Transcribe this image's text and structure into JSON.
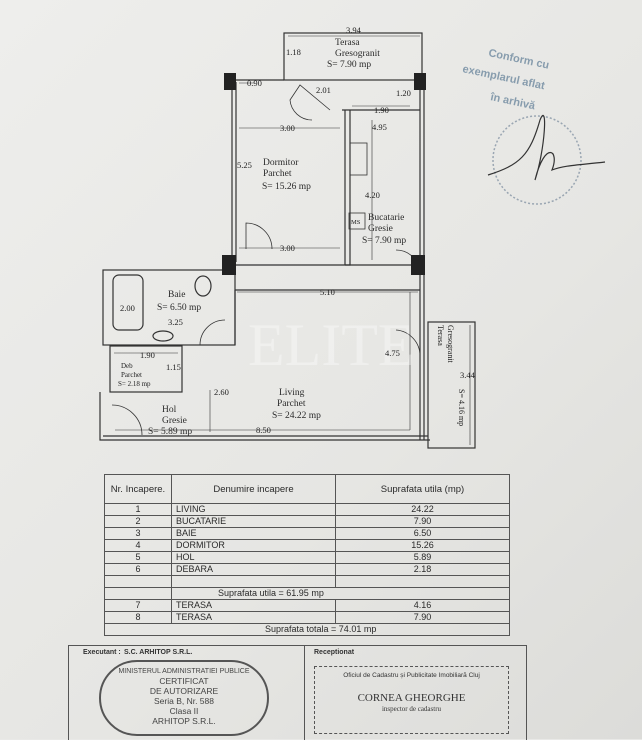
{
  "plan": {
    "rooms": {
      "terasa_top": {
        "name": "Terasa",
        "floor": "Gresogranit",
        "area": "S= 7.90 mp"
      },
      "dormitor": {
        "name": "Dormitor",
        "floor": "Parchet",
        "area": "S= 15.26 mp"
      },
      "bucatarie": {
        "name": "Bucatarie",
        "floor": "Gresie",
        "area": "S= 7.90 mp"
      },
      "baie": {
        "name": "Baie",
        "area": "S= 6.50 mp"
      },
      "debara": {
        "name": "Deb",
        "floor": "Parchet",
        "area": "S= 2.18 mp"
      },
      "hol": {
        "name": "Hol",
        "floor": "Gresie",
        "area": "S= 5.89 mp"
      },
      "living": {
        "name": "Living",
        "floor": "Parchet",
        "area": "S= 24.22 mp"
      },
      "terasa_side": {
        "name": "Terasa",
        "floor": "Gresogranit",
        "area": "S= 4.16 mp"
      }
    },
    "ms_label": "MS",
    "dimensions": {
      "d394": "3.94",
      "d118": "1.18",
      "d090": "0.90",
      "d201": "2.01",
      "d120": "1.20",
      "d190a": "1.90",
      "d495": "4.95",
      "d300a": "3.00",
      "d525": "5.25",
      "d420": "4.20",
      "d300b": "3.00",
      "d200": "2.00",
      "d325": "3.25",
      "d510": "5.10",
      "d190b": "1.90",
      "d115": "1.15",
      "d260": "2.60",
      "d475": "4.75",
      "d850": "8.50",
      "d344": "3.44"
    }
  },
  "stamp_top": {
    "line1": "Conform cu",
    "line2": "exemplarul aflat",
    "line3": "în arhivă"
  },
  "table": {
    "headers": {
      "nr": "Nr. Incapere.",
      "name": "Denumire incapere",
      "area": "Suprafata utila (mp)"
    },
    "rows": [
      {
        "nr": "1",
        "name": "LIVING",
        "area": "24.22"
      },
      {
        "nr": "2",
        "name": "BUCATARIE",
        "area": "7.90"
      },
      {
        "nr": "3",
        "name": "BAIE",
        "area": "6.50"
      },
      {
        "nr": "4",
        "name": "DORMITOR",
        "area": "15.26"
      },
      {
        "nr": "5",
        "name": "HOL",
        "area": "5.89"
      },
      {
        "nr": "6",
        "name": "DEBARA",
        "area": "2.18"
      }
    ],
    "subtotal": "Suprafata utila = 61.95 mp",
    "terrace_rows": [
      {
        "nr": "7",
        "name": "TERASA",
        "area": "4.16"
      },
      {
        "nr": "8",
        "name": "TERASA",
        "area": "7.90"
      }
    ],
    "total": "Suprafata totala = 74.01 mp"
  },
  "footer": {
    "executant_label": "Executant :",
    "executant": "S.C. ARHITOP S.R.L.",
    "receptionat": "Receptionat",
    "stamp_cert": {
      "ring": "MINISTERUL ADMINISTRATIEI PUBLICE",
      "l1": "CERTIFICAT",
      "l2": "DE AUTORIZARE",
      "l3": "Seria B, Nr. 588",
      "l4": "Clasa II",
      "l5": "ARHITOP S.R.L."
    },
    "ocpi": "Oficiul de Cadastru și Publicitate Imobiliară Cluj",
    "inspector_name": "CORNEA GHEORGHE",
    "inspector_title": "inspector de cadastru"
  },
  "watermark": "ELITE"
}
